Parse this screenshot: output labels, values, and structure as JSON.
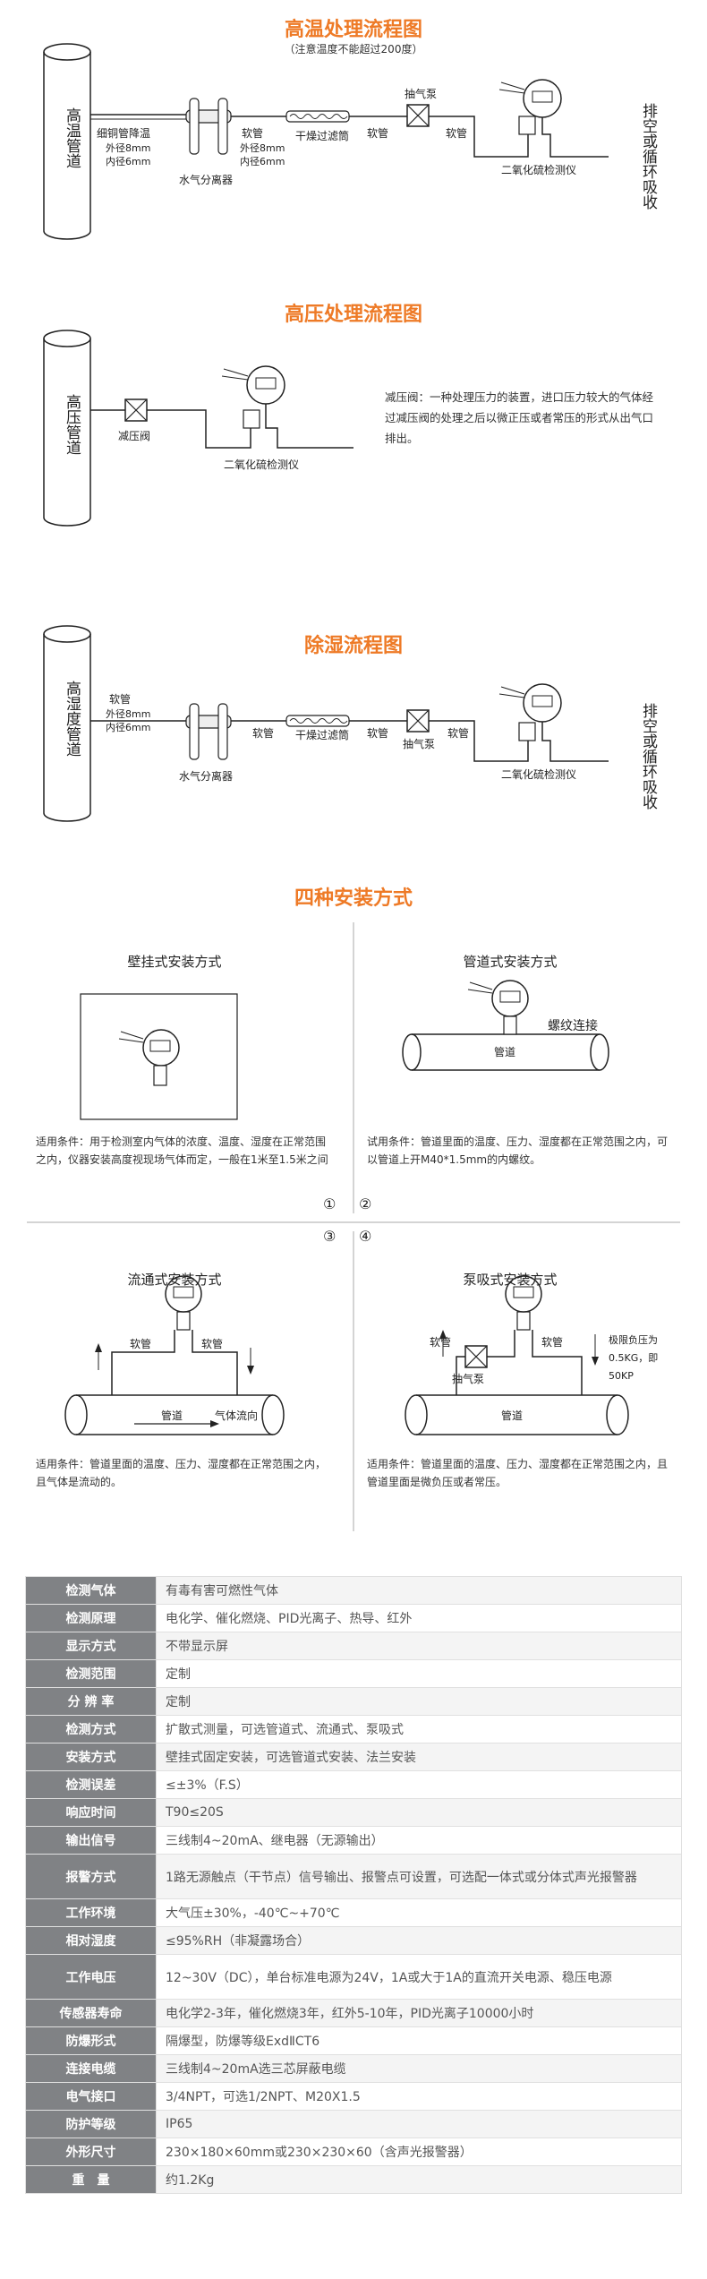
{
  "section1": {
    "title": "高温处理流程图",
    "note": "（注意温度不能超过200度）",
    "pipe_label": "高温管道",
    "cool_label": "细铜管降温",
    "cool_od": "外径8mm",
    "cool_id": "内径6mm",
    "hose1": "软管",
    "hose1_od": "外径8mm",
    "hose1_id": "内径6mm",
    "separator": "水气分离器",
    "filter": "干燥过滤筒",
    "hose2": "软管",
    "pump": "抽气泵",
    "hose3": "软管",
    "detector": "二氧化硫检测仪",
    "exhaust": "排空或循环吸收"
  },
  "section2": {
    "title": "高压处理流程图",
    "pipe_label": "高压管道",
    "valve": "减压阀",
    "detector": "二氧化硫检测仪",
    "desc": "减压阀：一种处理压力的装置，进口压力较大的气体经过减压阀的处理之后以微正压或者常压的形式从出气口排出。"
  },
  "section3": {
    "title": "除湿流程图",
    "pipe_label": "高湿度管道",
    "hose_label": "软管",
    "hose_od": "外径8mm",
    "hose_id": "内径6mm",
    "separator": "水气分离器",
    "hose1": "软管",
    "filter": "干燥过滤筒",
    "hose2": "软管",
    "pump": "抽气泵",
    "hose3": "软管",
    "detector": "二氧化硫检测仪",
    "exhaust": "排空或循环吸收"
  },
  "section4": {
    "title": "四种安装方式",
    "wall": {
      "title": "壁挂式安装方式",
      "cond": "适用条件：用于检测室内气体的浓度、温度、湿度在正常范围之内，仪器安装高度视现场气体而定，一般在1米至1.5米之间"
    },
    "pipe": {
      "title": "管道式安装方式",
      "thread": "螺纹连接",
      "pipe": "管道",
      "cond": "试用条件：管道里面的温度、压力、湿度都在正常范围之内，可以管道上开M40*1.5mm的内螺纹。"
    },
    "flow": {
      "title": "流通式安装方式",
      "hose_l": "软管",
      "hose_r": "软管",
      "pipe": "管道",
      "flow_dir": "气体流向",
      "cond": "适用条件：管道里面的温度、压力、湿度都在正常范围之内，且气体是流动的。"
    },
    "pump": {
      "title": "泵吸式安装方式",
      "hose_l": "软管",
      "hose_r": "软管",
      "pump": "抽气泵",
      "pipe": "管道",
      "limit": "极限负压为0.5KG，即50KP",
      "cond": "适用条件：管道里面的温度、压力、湿度都在正常范围之内，且管道里面是微负压或者常压。"
    },
    "n1": "①",
    "n2": "②",
    "n3": "③",
    "n4": "④"
  },
  "spec": [
    {
      "k": "检测气体",
      "v": "有毒有害可燃性气体"
    },
    {
      "k": "检测原理",
      "v": "电化学、催化燃烧、PID光离子、热导、红外"
    },
    {
      "k": "显示方式",
      "v": "不带显示屏"
    },
    {
      "k": "检测范围",
      "v": "定制"
    },
    {
      "k": "分 辨 率",
      "v": "定制"
    },
    {
      "k": "检测方式",
      "v": "扩散式测量，可选管道式、流通式、泵吸式"
    },
    {
      "k": "安装方式",
      "v": "壁挂式固定安装，可选管道式安装、法兰安装"
    },
    {
      "k": "检测误差",
      "v": "≤±3%（F.S）"
    },
    {
      "k": "响应时间",
      "v": "T90≤20S"
    },
    {
      "k": "输出信号",
      "v": "三线制4~20mA、继电器（无源输出）"
    },
    {
      "k": "报警方式",
      "v": "1路无源触点（干节点）信号输出、报警点可设置，可选配一体式或分体式声光报警器"
    },
    {
      "k": "工作环境",
      "v": "大气压±30%，-40℃~+70℃"
    },
    {
      "k": "相对湿度",
      "v": "≤95%RH（非凝露场合）"
    },
    {
      "k": "工作电压",
      "v": "12~30V（DC），单台标准电源为24V，1A或大于1A的直流开关电源、稳压电源"
    },
    {
      "k": "传感器寿命",
      "v": "电化学2-3年，催化燃烧3年，红外5-10年，PID光离子10000小时"
    },
    {
      "k": "防爆形式",
      "v": "隔爆型，防爆等级ExdⅡCT6"
    },
    {
      "k": "连接电缆",
      "v": "三线制4~20mA选三芯屏蔽电缆"
    },
    {
      "k": "电气接口",
      "v": "3/4NPT，可选1/2NPT、M20X1.5"
    },
    {
      "k": "防护等级",
      "v": "IP65"
    },
    {
      "k": "外形尺寸",
      "v": "230×180×60mm或230×230×60（含声光报警器）"
    },
    {
      "k": "重　量",
      "v": "约1.2Kg"
    }
  ]
}
